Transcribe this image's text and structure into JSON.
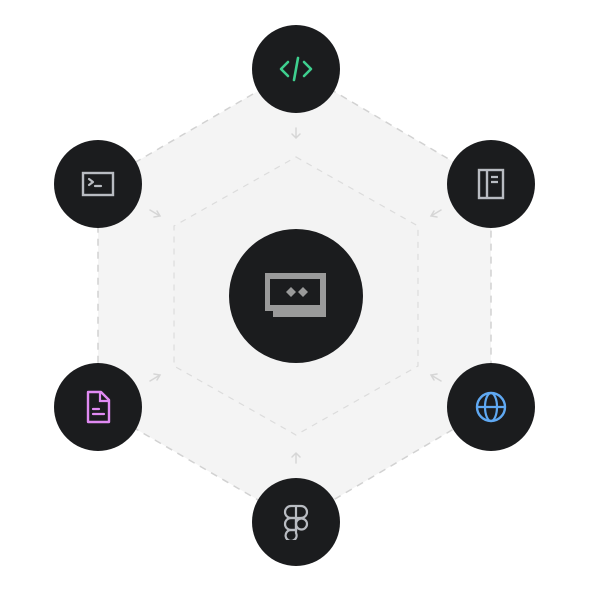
{
  "diagram": {
    "hub": {
      "icon": "app-window-icon"
    },
    "nodes": [
      {
        "id": "code",
        "icon": "code-brackets-icon",
        "color": "#3ecf8e"
      },
      {
        "id": "notebook",
        "icon": "notebook-icon",
        "color": "#b9bcc2"
      },
      {
        "id": "terminal",
        "icon": "terminal-icon",
        "color": "#b9bcc2"
      },
      {
        "id": "document",
        "icon": "document-icon",
        "color": "#e08af2"
      },
      {
        "id": "globe",
        "icon": "globe-icon",
        "color": "#5fa8f2"
      },
      {
        "id": "figma",
        "icon": "figma-icon",
        "color": "#b9bcc2"
      }
    ],
    "colors": {
      "node_fill": "#1b1c1e",
      "hexagon_fill": "#f4f4f4",
      "dashed_line": "#d2d2d2",
      "hub_icon": "#9a9a9a"
    }
  }
}
